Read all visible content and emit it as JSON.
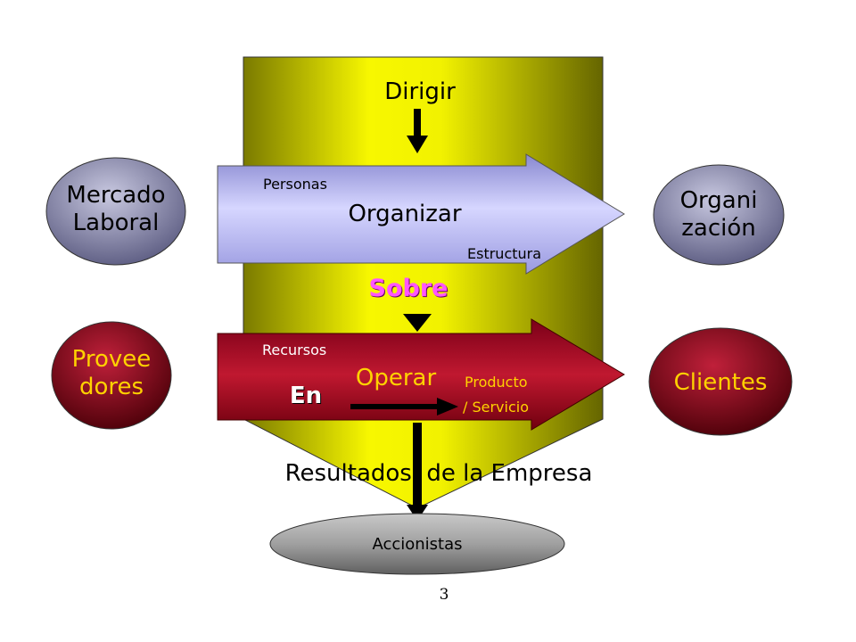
{
  "flow": {
    "dirigir": "Dirigir",
    "organizar": "Organizar",
    "personas": "Personas",
    "estructura": "Estructura",
    "sobre": "Sobre",
    "operar": "Operar",
    "recursos": "Recursos",
    "en": "En",
    "producto": "Producto",
    "servicio": "/ Servicio",
    "resultados": "Resultados  de la Empresa"
  },
  "ovals": {
    "mercado_line1": "Mercado",
    "mercado_line2": "Laboral",
    "organizacion_line1": "Organi",
    "organizacion_line2": "zación",
    "proveedores_line1": "Provee",
    "proveedores_line2": "dores",
    "clientes": "Clientes",
    "accionistas": "Accionistas"
  },
  "page_number": "3",
  "colors": {
    "yellow": "#f2f200",
    "olive": "#6b6b00",
    "lavender": "#b8b8f0",
    "crimson": "#b0102a",
    "dark_red": "#6a0010",
    "gray_oval": "#8a8aa8",
    "orange_text": "#ffd200",
    "sobre_text": "#ff55ff"
  }
}
